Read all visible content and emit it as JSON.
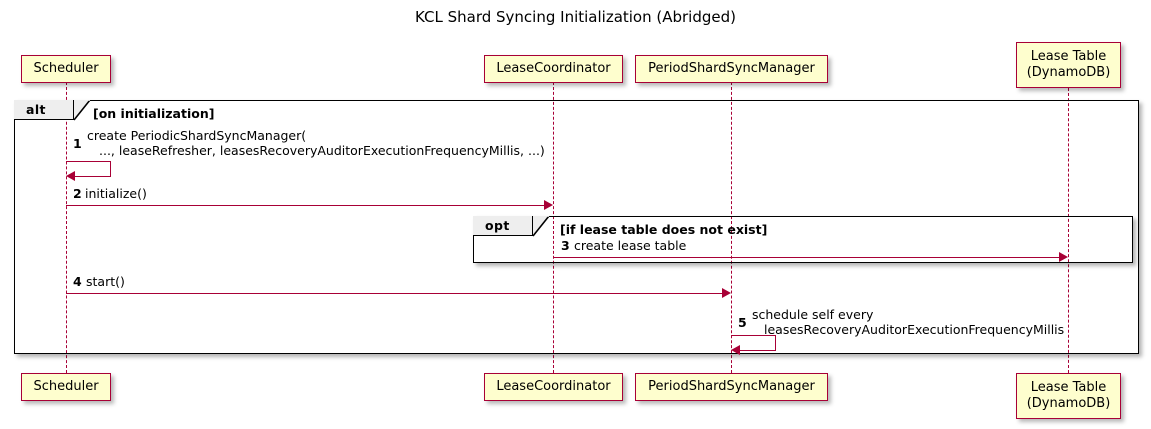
{
  "diagram": {
    "title": "KCL Shard Syncing Initialization (Abridged)",
    "type": "sequence-diagram",
    "colors": {
      "participant_fill": "#FEFECE",
      "participant_border": "#A80036",
      "arrow": "#A80036",
      "lifeline": "#A80036",
      "fragment_border": "#000000",
      "fragment_tab_fill": "#EEEEEE",
      "text": "#000000",
      "background": "#FFFFFF"
    }
  },
  "participants": [
    {
      "id": "scheduler",
      "label_line1": "Scheduler",
      "label_line2": ""
    },
    {
      "id": "leasecoord",
      "label_line1": "LeaseCoordinator",
      "label_line2": ""
    },
    {
      "id": "psyncmanager",
      "label_line1": "PeriodShardSyncManager",
      "label_line2": ""
    },
    {
      "id": "leasetable",
      "label_line1": "Lease Table",
      "label_line2": "(DynamoDB)"
    }
  ],
  "fragments": [
    {
      "id": "alt-frame",
      "operator": "alt",
      "guard": "[on initialization]"
    },
    {
      "id": "opt-frame",
      "operator": "opt",
      "guard": "[if lease table does not exist]"
    }
  ],
  "messages": [
    {
      "number": "1",
      "from": "scheduler",
      "to": "scheduler",
      "kind": "self",
      "text_line1": "create PeriodicShardSyncManager(",
      "text_line2": "..., leaseRefresher, leasesRecoveryAuditorExecutionFrequencyMillis, ...)"
    },
    {
      "number": "2",
      "from": "scheduler",
      "to": "leasecoord",
      "kind": "sync",
      "text_line1": "initialize()",
      "text_line2": ""
    },
    {
      "number": "3",
      "from": "leasecoord",
      "to": "leasetable",
      "kind": "sync",
      "text_line1": "create lease table",
      "text_line2": ""
    },
    {
      "number": "4",
      "from": "scheduler",
      "to": "psyncmanager",
      "kind": "sync",
      "text_line1": "start()",
      "text_line2": ""
    },
    {
      "number": "5",
      "from": "psyncmanager",
      "to": "psyncmanager",
      "kind": "self",
      "text_line1": "schedule self every",
      "text_line2": "leasesRecoveryAuditorExecutionFrequencyMillis"
    }
  ]
}
